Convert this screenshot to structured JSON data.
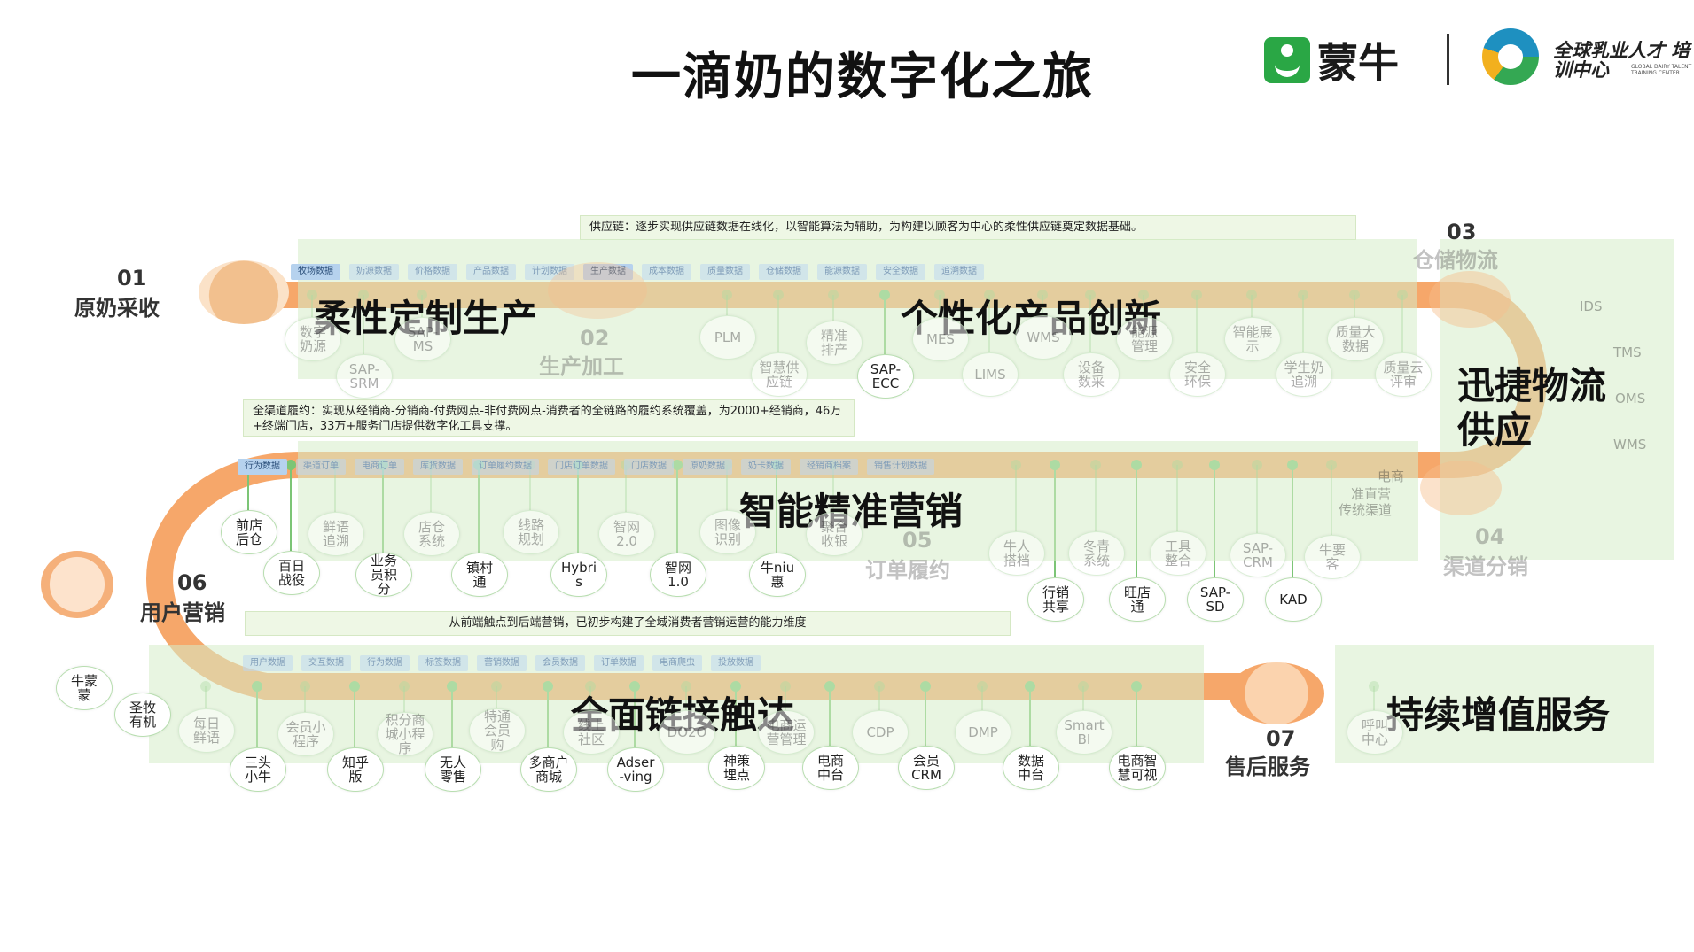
{
  "header": {
    "title": "一滴奶的数字化之旅",
    "brand_name": "蒙牛",
    "training_center": "全球乳业人才 培训中心",
    "training_center_sub": "GLOBAL DAIRY TALENT TRAINING CENTER"
  },
  "banners": {
    "supply_chain": "供应链：逐步实现供应链数据在线化，以智能算法为辅助，为构建以顾客为中心的柔性供应链奠定数据基础。",
    "fulfillment": "全渠道履约：实现从经销商-分销商-付费网点-非付费网点-消费者的全链路的履约系统覆盖，为2000+经销商，46万+终端门店，33万+服务门店提供数字化工具支撑。",
    "marketing": "从前端触点到后端营销，已初步构建了全域消费者营销运营的能力维度"
  },
  "stages": {
    "s01_num": "01",
    "s01_label": "原奶采收",
    "s02_num": "02",
    "s02_label": "生产加工",
    "s03_num": "03",
    "s03_label": "仓储物流",
    "s04_num": "04",
    "s04_label": "渠道分销",
    "s05_num": "05",
    "s05_label": "订单履约",
    "s06_num": "06",
    "s06_label": "用户营销",
    "s07_num": "07",
    "s07_label": "售后服务"
  },
  "headings": {
    "flex": "柔性定制生产",
    "personalized": "个性化产品创新",
    "logistics_1": "迅捷物流",
    "logistics_2": "供应",
    "precise": "智能精准营销",
    "reach": "全面链接触达",
    "value": "持续增值服务"
  },
  "data_tags": {
    "row1": [
      "牧场数据",
      "奶源数据",
      "价格数据",
      "产品数据",
      "计划数据",
      "生产数据",
      "成本数据",
      "质量数据",
      "仓储数据",
      "能源数据",
      "安全数据",
      "追溯数据"
    ],
    "row2": [
      "行为数据",
      "渠道订单",
      "电商订单",
      "库货数据",
      "订单履约数据",
      "门店订单数据",
      "门店数据",
      "原奶数据",
      "奶卡数据",
      "经销商档案",
      "销售计划数据"
    ],
    "row3": [
      "用户数据",
      "交互数据",
      "行为数据",
      "标签数据",
      "营销数据",
      "会员数据",
      "订单数据",
      "电商爬虫",
      "投放数据"
    ]
  },
  "row1_nodes": {
    "n1": "数字\n奶源",
    "n2": "SAP-\nSRM",
    "n3": "SAP-\nMS",
    "n4": "PLM",
    "n5": "智慧供\n应链",
    "n6": "精准\n排产",
    "n7": "SAP-\nECC",
    "n8": "MES",
    "n9": "LIMS",
    "n10": "WMS",
    "n11": "设备\n数采",
    "n12": "能源\n管理",
    "n13": "安全\n环保",
    "n14": "智能展\n示",
    "n15": "学生奶\n追溯",
    "n16": "质量大\n数据",
    "n17": "质量云\n评审"
  },
  "logistics_nodes": [
    "IDS",
    "TMS",
    "OMS",
    "WMS"
  ],
  "channel_labels": [
    "电商",
    "准直营",
    "传统渠道"
  ],
  "row2_nodes": {
    "n1": "前店\n后仓",
    "n2": "百日\n战役",
    "n3": "鲜语\n追溯",
    "n4": "业务\n员积\n分",
    "n5": "店仓\n系统",
    "n6": "镇村\n通",
    "n7": "线路\n规划",
    "n8": "Hybri\ns",
    "n9": "智网\n2.0",
    "n10": "智网\n1.0",
    "n11": "图像\n识别",
    "n12": "牛niu\n惠",
    "n13": "聚合\n收银",
    "n14": "行销\n共享",
    "n15": "牛人\n搭档",
    "n16": "旺店\n通",
    "n17": "冬青\n系统",
    "n18": "SAP-\nSD",
    "n19": "工具\n整合",
    "n20": "SAP-\nCRM",
    "n21": "KAD",
    "n22": "牛要\n客"
  },
  "row3_nodes": {
    "n1": "牛蒙\n蒙",
    "n2": "圣牧\n有机",
    "n3": "每日\n鲜语",
    "n4": "三头\n小牛",
    "n5": "会员小\n程序",
    "n6": "知乎\n版",
    "n7": "积分商\n城小程\n序",
    "n8": "无人\n零售",
    "n9": "特通\n会员\n购",
    "n10": "多商户\n商城",
    "n11": "线上\n社区",
    "n12": "Adser\n-ving",
    "n13": "DO2O",
    "n14": "神策\n埋点",
    "n15": "电商运\n营管理",
    "n16": "电商\n中台",
    "n17": "CDP",
    "n18": "会员\nCRM",
    "n19": "DMP",
    "n20": "数据\n中台",
    "n21": "Smart\nBI",
    "n22": "电商智\n慧可视",
    "n23": "呼叫\n中心"
  },
  "colors": {
    "path": "#f6a76a",
    "panel": "#d6ecc8",
    "node_border": "#b8deb0",
    "connector": "#7cc576"
  }
}
